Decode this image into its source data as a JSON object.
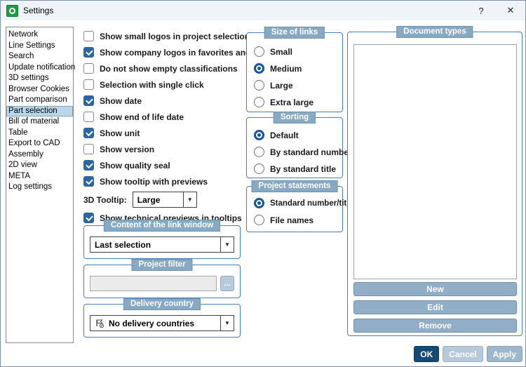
{
  "window": {
    "title": "Settings",
    "help_label": "?",
    "close_label": "✕"
  },
  "sidebar": {
    "items": [
      {
        "label": "Network",
        "selected": false
      },
      {
        "label": "Line Settings",
        "selected": false
      },
      {
        "label": "Search",
        "selected": false
      },
      {
        "label": "Update notification",
        "selected": false
      },
      {
        "label": "3D settings",
        "selected": false
      },
      {
        "label": "Browser Cookies",
        "selected": false
      },
      {
        "label": "Part comparison",
        "selected": false
      },
      {
        "label": "Part selection",
        "selected": true
      },
      {
        "label": "Bill of material",
        "selected": false
      },
      {
        "label": "Table",
        "selected": false
      },
      {
        "label": "Export to CAD",
        "selected": false
      },
      {
        "label": "Assembly",
        "selected": false
      },
      {
        "label": "2D view",
        "selected": false
      },
      {
        "label": "META",
        "selected": false
      },
      {
        "label": "Log settings",
        "selected": false
      }
    ]
  },
  "options": {
    "checkboxes": [
      {
        "label": "Show small logos in project selection",
        "checked": false
      },
      {
        "label": "Show company logos in favorites and links",
        "checked": true
      },
      {
        "label": "Do not show empty classifications",
        "checked": false
      },
      {
        "label": "Selection with single click",
        "checked": false
      },
      {
        "label": "Show date",
        "checked": true
      },
      {
        "label": "Show end of life date",
        "checked": false
      },
      {
        "label": "Show unit",
        "checked": true
      },
      {
        "label": "Show version",
        "checked": false
      },
      {
        "label": "Show quality seal",
        "checked": true
      },
      {
        "label": "Show tooltip with previews",
        "checked": true
      },
      {
        "label": "Show technical previews in tooltips",
        "checked": true
      }
    ],
    "tooltip_3d": {
      "label": "3D Tooltip:",
      "value": "Large"
    }
  },
  "groups": {
    "link_window": {
      "title": "Content of the link window",
      "value": "Last selection"
    },
    "project_filter": {
      "title": "Project filter",
      "value": "",
      "browse_label": "..."
    },
    "delivery_country": {
      "title": "Delivery country",
      "value": "No delivery countries"
    },
    "size_of_links": {
      "title": "Size of links",
      "options": [
        {
          "label": "Small",
          "selected": false
        },
        {
          "label": "Medium",
          "selected": true
        },
        {
          "label": "Large",
          "selected": false
        },
        {
          "label": "Extra large",
          "selected": false
        }
      ]
    },
    "sorting": {
      "title": "Sorting",
      "options": [
        {
          "label": "Default",
          "selected": true
        },
        {
          "label": "By standard number",
          "selected": false
        },
        {
          "label": "By standard title",
          "selected": false
        }
      ]
    },
    "project_statements": {
      "title": "Project statements",
      "options": [
        {
          "label": "Standard number/title",
          "selected": true
        },
        {
          "label": "File names",
          "selected": false
        }
      ]
    },
    "document_types": {
      "title": "Document types",
      "buttons": [
        {
          "label": "New"
        },
        {
          "label": "Edit"
        },
        {
          "label": "Remove"
        }
      ]
    }
  },
  "footer": {
    "ok": "OK",
    "cancel": "Cancel",
    "apply": "Apply"
  },
  "colors": {
    "accent_blue": "#4a7ebb",
    "header_steel": "#87a9c3",
    "ok_navy": "#164a73",
    "check_blue": "#2b66a3",
    "brand_green": "#1d9e41"
  }
}
